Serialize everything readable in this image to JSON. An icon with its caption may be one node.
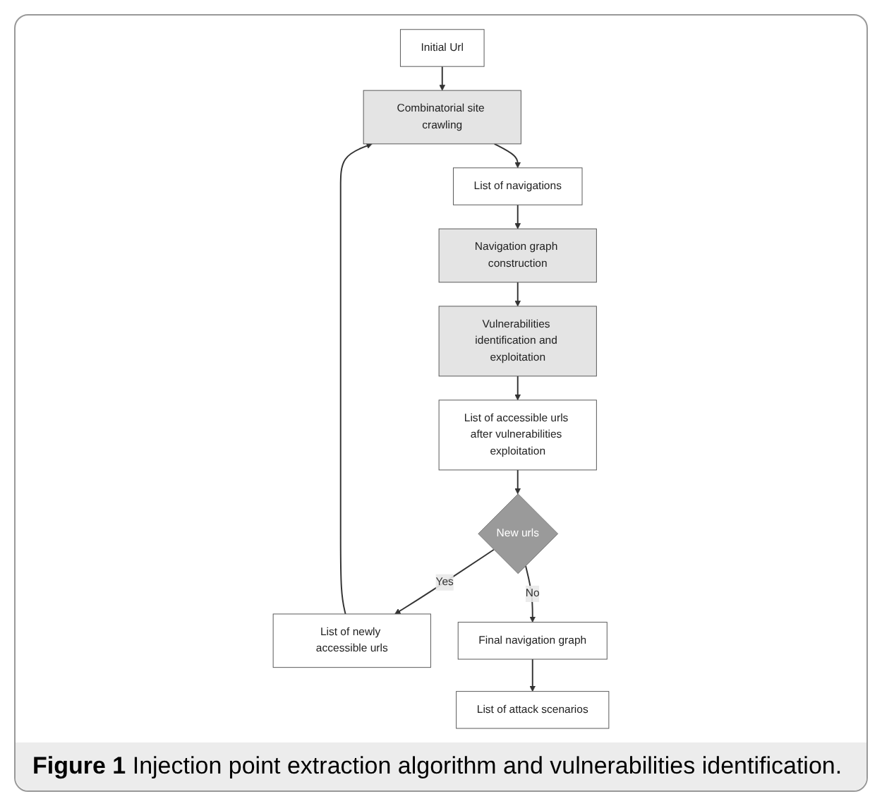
{
  "diagram": {
    "caption": "**Figure 1** Injection point extraction algorithm and vulnerabilities identification.",
    "nodes": [
      {
        "text": [
          "Initial Url"
        ]
      },
      {
        "text": [
          "Combinatorial site crawling"
        ]
      },
      {
        "text": [
          "List of navigations"
        ]
      },
      {
        "text": [
          "Navigation graph construction"
        ]
      },
      {
        "text": [
          "Vulnerabilities identification and exploitation"
        ]
      },
      {
        "text": [
          "List of accessible urls after vulnerabilities exploitation"
        ]
      },
      {
        "text": [
          "New urls"
        ]
      },
      {
        "text": [
          "List of newly accessible urls"
        ]
      },
      {
        "text": [
          "Final navigation graph"
        ]
      },
      {
        "text": [
          "List of attack scenarios"
        ]
      }
    ],
    "edges": [
      {
        "from": 0,
        "to": 1,
        "arrow": "to"
      },
      {
        "from": 1,
        "to": 2,
        "arrow": "to"
      },
      {
        "from": 2,
        "to": 3,
        "arrow": "to"
      },
      {
        "from": 3,
        "to": 4,
        "arrow": "to"
      },
      {
        "from": 4,
        "to": 5,
        "arrow": "to"
      },
      {
        "from": 5,
        "to": 6,
        "arrow": "to"
      },
      {
        "from": 6,
        "to": 7,
        "arrow": "to",
        "label": "Yes"
      },
      {
        "from": 7,
        "to": 1,
        "arrow": "to"
      },
      {
        "from": 6,
        "to": 8,
        "arrow": "to",
        "label": "No"
      },
      {
        "from": 8,
        "to": 9,
        "arrow": "to"
      }
    ]
  }
}
